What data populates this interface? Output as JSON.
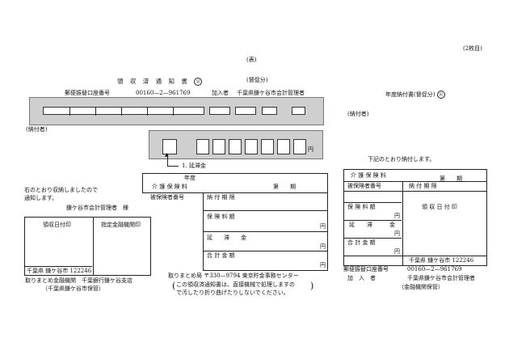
{
  "page_count": "(2枚目)",
  "side": "(表)",
  "notice_title": "領 収 済 通 知 書",
  "notice_mark": "公",
  "notice_type": "(督促分)",
  "account_label": "郵便振替口座番号",
  "account_number": "00160—2—961769",
  "subscriber_label": "加入者",
  "subscriber_name": "千葉県鎌ケ谷市会計管理者",
  "payment_title": "年度納付書(督促分)",
  "payment_mark": "公",
  "payer_label_right": "(納付者)",
  "payer_label_left": "(納付者)",
  "yen": "円",
  "late_fee_note": "1. 延滞金",
  "received_text": [
    "右のとおり収納しましたので",
    "通知します。"
  ],
  "addressee": "鎌ケ谷市会計管理者　様",
  "stamp_left": "領収日付印",
  "designated_bank": "指定金融機関印",
  "city_code_left": "千葉県 鎌ケ谷市 122246",
  "collecting_bank_left": "取りまとめ金融機関　千葉銀行鎌ケ谷支店",
  "custody_left": "（千葉県鎌ケ谷市保管）",
  "center": {
    "year": "年度",
    "insurance": "介 護 保 険 料",
    "period": "第　　期",
    "insured_no": "被保険者番号",
    "due": "納 付 期 限",
    "premium": "保 険 料 額",
    "late": "延　　滞　　金",
    "total": "合 計 金 額",
    "yen": "円"
  },
  "collection_office": "取りまとめ局 〒330—9794 東京貯金事務センター",
  "notice_lines": [
    "この領収済通知書は、直接機械で処理しますの",
    "で汚したり折り曲げたりしないでください。"
  ],
  "right": {
    "header": "下記のとおり納付します。",
    "insurance": "介 護 保 険 料",
    "period": "第　　期",
    "insured_no": "被保険者番号",
    "due": "納 付 期 限",
    "premium": "保 険 料 額",
    "stamp": "領 収 日 付 印",
    "late_a": "延",
    "late_b": "滞",
    "late_c": "金",
    "total": "合 計 金 額",
    "yen": "円",
    "city_code": "千葉県 鎌ケ谷市 122246",
    "account_label": "郵便振替口座番号",
    "account_number": "00160—2—961769",
    "subscriber_label": "加　入　者",
    "subscriber_name": "千葉県鎌ケ谷市会計管理者",
    "custody": "（金融機関保管）"
  }
}
